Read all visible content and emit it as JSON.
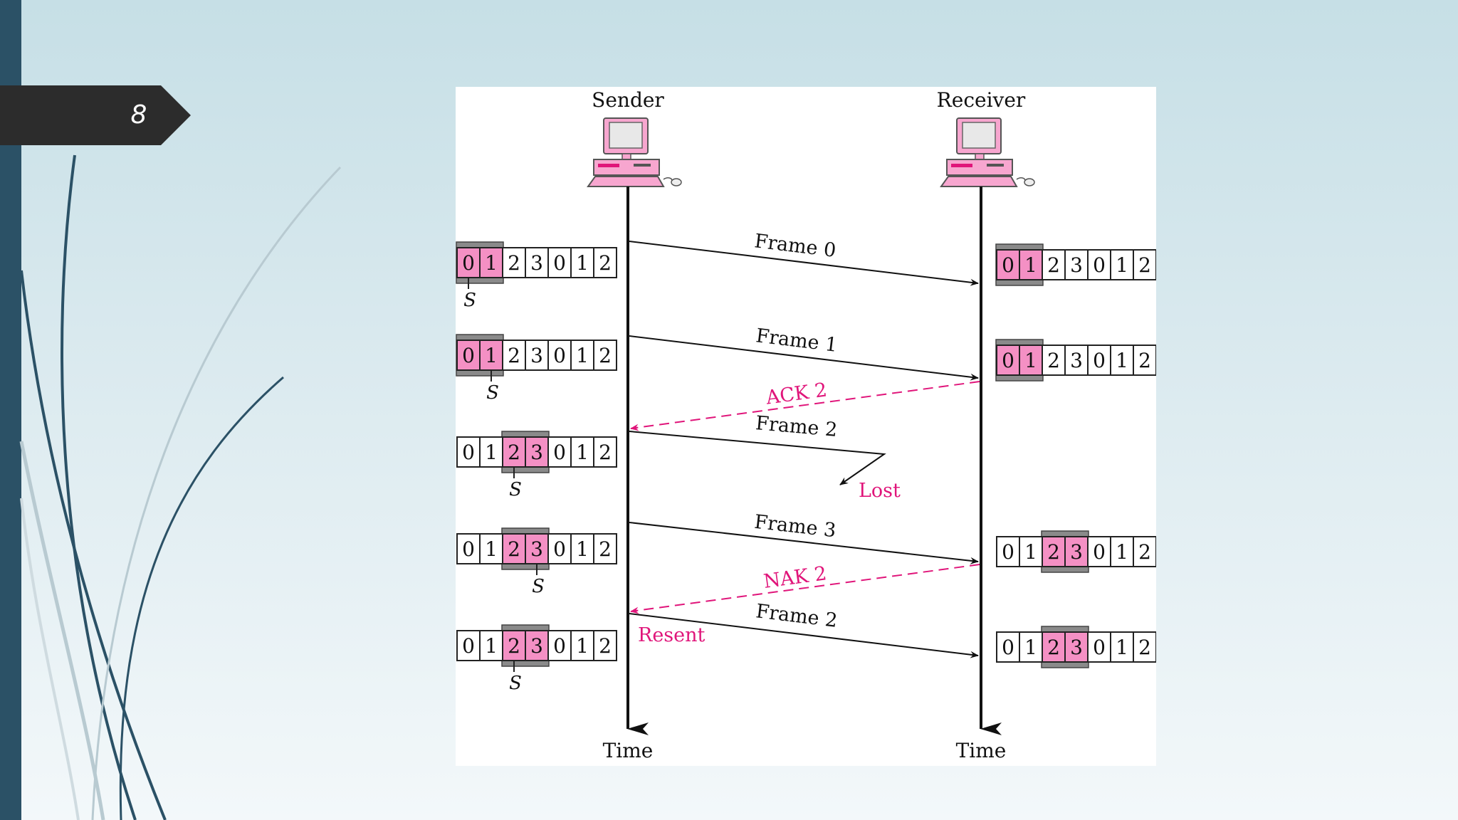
{
  "slide": {
    "page_number": "8"
  },
  "diagram": {
    "sender_label": "Sender",
    "receiver_label": "Receiver",
    "time_label_sender": "Time",
    "time_label_receiver": "Time",
    "sequence": [
      "0",
      "1",
      "2",
      "3",
      "0",
      "1",
      "2"
    ],
    "pointer_label": "S",
    "sender_windows": [
      {
        "window_start": 0,
        "pointer_index": 0
      },
      {
        "window_start": 0,
        "pointer_index": 1
      },
      {
        "window_start": 2,
        "pointer_index": 2
      },
      {
        "window_start": 2,
        "pointer_index": 3
      },
      {
        "window_start": 2,
        "pointer_index": 2
      }
    ],
    "receiver_windows": [
      {
        "window_start": 0
      },
      {
        "window_start": 0
      },
      {
        "window_start": 2
      },
      {
        "window_start": 2
      }
    ],
    "messages": [
      {
        "label": "Frame 0",
        "direction": "sender-to-receiver",
        "kind": "data"
      },
      {
        "label": "Frame 1",
        "direction": "sender-to-receiver",
        "kind": "data"
      },
      {
        "label": "ACK 2",
        "direction": "receiver-to-sender",
        "kind": "control"
      },
      {
        "label": "Frame 2",
        "direction": "sender-to-receiver",
        "kind": "lost"
      },
      {
        "label": "Frame 3",
        "direction": "sender-to-receiver",
        "kind": "data"
      },
      {
        "label": "NAK 2",
        "direction": "receiver-to-sender",
        "kind": "control"
      },
      {
        "label": "Frame 2",
        "direction": "sender-to-receiver",
        "kind": "data"
      }
    ],
    "lost_label": "Lost",
    "resent_label": "Resent",
    "colors": {
      "highlight": "#f490c4",
      "window": "#8a8a8a",
      "control": "#e0157a",
      "line": "#111111"
    }
  }
}
